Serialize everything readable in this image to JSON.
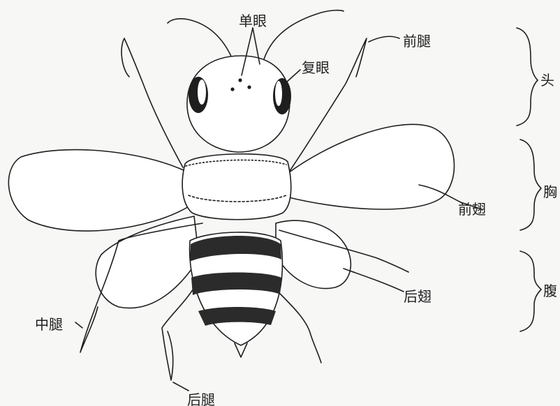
{
  "labels": {
    "simple_eye": "单眼",
    "compound_eye": "复眼",
    "foreleg": "前腿",
    "forewing": "前翅",
    "hindwing": "后翅",
    "midleg": "中腿",
    "hindleg": "后腿"
  },
  "regions": {
    "head": "头",
    "thorax": "胸",
    "abdomen": "腹"
  },
  "colors": {
    "ink": "#1e1e1e",
    "paper": "#f7f7f6",
    "stripe": "#2b2b2b"
  }
}
